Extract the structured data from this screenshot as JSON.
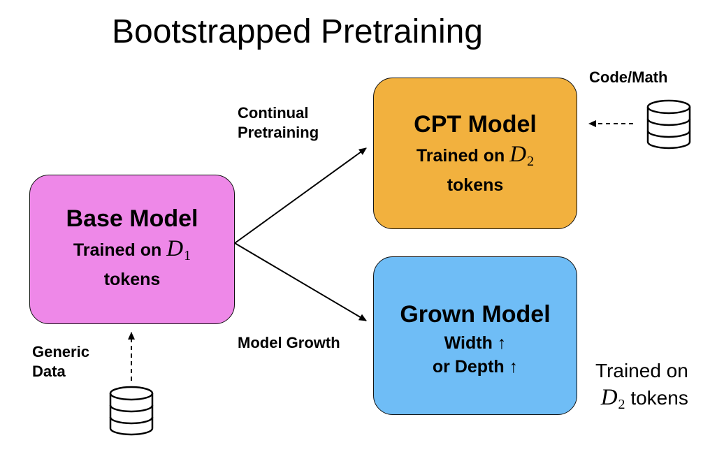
{
  "title": "Bootstrapped Pretraining",
  "base_model": {
    "heading": "Base Model",
    "trained_prefix": "Trained on",
    "var": "D",
    "sub": "1",
    "tokens": "tokens",
    "color": "#ee88e8"
  },
  "cpt_model": {
    "heading": "CPT Model",
    "trained_prefix": "Trained on",
    "var": "D",
    "sub": "2",
    "tokens": "tokens",
    "color": "#f2b13e"
  },
  "grown_model": {
    "heading": "Grown Model",
    "line1": "Width ↑",
    "line2": "or Depth ↑",
    "color": "#6fbdf6"
  },
  "labels": {
    "continual_line1": "Continual",
    "continual_line2": "Pretraining",
    "model_growth": "Model Growth",
    "code_math": "Code/Math",
    "generic_line1": "Generic",
    "generic_line2": "Data"
  },
  "grown_note": {
    "line1": "Trained on",
    "var": "D",
    "sub": "2",
    "tokens": "tokens"
  }
}
